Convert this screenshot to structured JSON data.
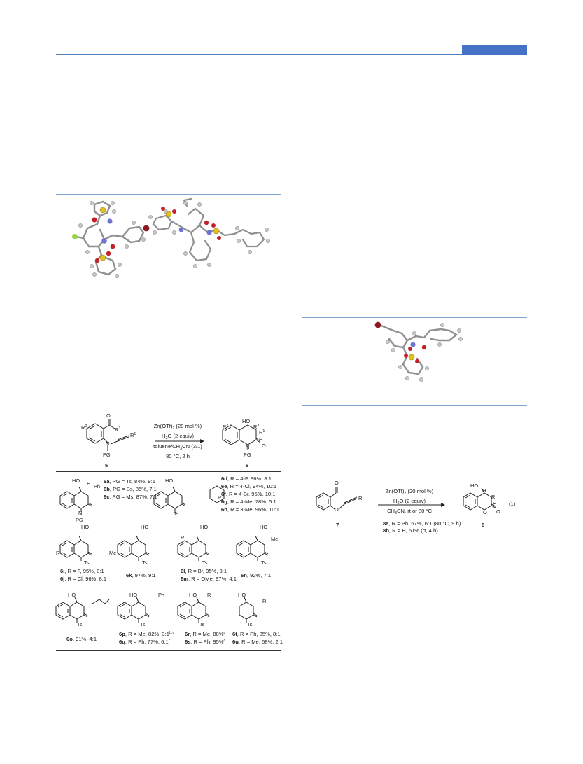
{
  "reaction_main": {
    "reagent_1": "Zn(OTf)",
    "reagent_1_sub": "2",
    "reagent_1_tail": " (20 mol %)",
    "reagent_2": "H",
    "reagent_2_sub": "2",
    "reagent_2_tail": "O (2 equiv)",
    "solvent": "toluene/CH",
    "solvent_sub": "3",
    "solvent_tail": "CN (3/1)",
    "temp_time": "80 °C, 2 h",
    "start_label": "5",
    "product_label": "6",
    "atoms": {
      "r2": "R",
      "r2_sup": "2",
      "r3": "R",
      "r3_sup": "3",
      "r1": "R",
      "r1_sup": "1",
      "ho": "HO",
      "h": "H",
      "n": "N",
      "pg": "PG",
      "o": "O"
    }
  },
  "products": [
    {
      "id": "6a",
      "text": ", PG = Ts, 84%, 9:1"
    },
    {
      "id": "6b",
      "text": ", PG = Bs, 85%, 7:1"
    },
    {
      "id": "6c",
      "text": ", PG = Ms, 87%, 7:1"
    },
    {
      "id": "6d",
      "text": ", R = 4-F, 96%, 8:1"
    },
    {
      "id": "6e",
      "text": ", R = 4-Cl, 94%, 10:1"
    },
    {
      "id": "6f",
      "text": ", R = 4-Br, 95%, 10:1"
    },
    {
      "id": "6g",
      "text": ", R = 4-Me, 78%, 5:1"
    },
    {
      "id": "6h",
      "text": ", R = 3-Me, 96%, 10:1"
    },
    {
      "id": "6i",
      "text": ", R = F, 95%, 8:1"
    },
    {
      "id": "6j",
      "text": ", R = Cl, 96%, 8:1"
    },
    {
      "id": "6k",
      "text": ", 97%, 9:1"
    },
    {
      "id": "6l",
      "text": ", R = Br, 95%, 9:1"
    },
    {
      "id": "6m",
      "text": ", R = OMe, 97%, 4:1"
    },
    {
      "id": "6n",
      "text": ", 92%, 7:1"
    },
    {
      "id": "6o",
      "text": ", 91%, 4:1"
    },
    {
      "id": "6p",
      "text": ", R = Me, 82%, 3:1",
      "sup": "b,c"
    },
    {
      "id": "6q",
      "text": ", R = Ph, 77%, 6:1",
      "sup": "c"
    },
    {
      "id": "6r",
      "text": ", R = Me, 88%",
      "sup": "c"
    },
    {
      "id": "6s",
      "text": ", R = Ph, 95%",
      "sup": "c"
    },
    {
      "id": "6t",
      "text": ", R = Ph, 85%, 8:1"
    },
    {
      "id": "6u",
      "text": ", R = Me, 68%, 2:1"
    }
  ],
  "structure_atoms": {
    "ho": "HO",
    "h": "H",
    "ph": "Ph",
    "n": "N",
    "o": "O",
    "ts": "Ts",
    "pg": "PG",
    "r": "R",
    "me": "Me"
  },
  "reaction_eq1": {
    "reagent_1": "Zn(OTf)",
    "reagent_1_sub": "2",
    "reagent_1_tail": " (20 mol %)",
    "reagent_2": "H",
    "reagent_2_sub": "2",
    "reagent_2_tail": "O (2 equiv)",
    "solvent": "CH",
    "solvent_sub": "3",
    "solvent_tail": "CN, rt or 80 °C",
    "start_label": "7",
    "product_label": "8",
    "eq_number": "(1)",
    "result_a_id": "8a",
    "result_a": ", R = Ph, 67%, 6:1 (80 °C, 9 h)",
    "result_b_id": "8b",
    "result_b": ", R = H, 61% (rt, 4 h)",
    "atoms": {
      "o": "O",
      "r": "R",
      "ho": "HO",
      "h": "H"
    }
  },
  "colors": {
    "header_rule": "#4f7fbd",
    "header_tab": "#4472c4",
    "section_rule": "#7fa3cf",
    "carbon": "#9a9a9a",
    "oxygen": "#c4202a",
    "nitrogen": "#6d74d6",
    "sulfur": "#e3c021",
    "fluorine": "#9bd44a",
    "bromine": "#8a1a22"
  }
}
